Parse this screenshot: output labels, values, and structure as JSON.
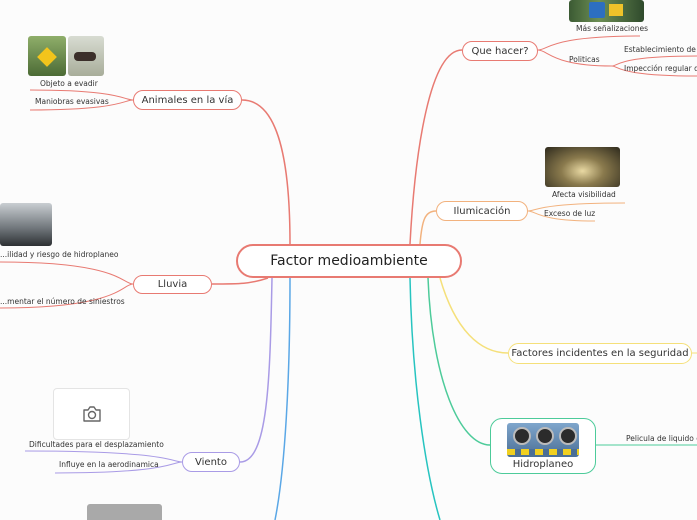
{
  "central": "Factor medioambiente",
  "branches": {
    "animales": {
      "title": "Animales en la vía",
      "children": [
        "Objeto a evadir",
        "Maniobras evasivas"
      ]
    },
    "lluvia": {
      "title": "Lluvia",
      "children": [
        "...ilidad y riesgo de hidroplaneo",
        "...mentar el número de siniestros"
      ]
    },
    "viento": {
      "title": "Viento",
      "children": [
        "Dificultades para el desplazamiento",
        "Influye en la aerodinamica"
      ]
    },
    "que_hacer": {
      "title": "Que hacer?",
      "children": [
        "Más señalizaciones",
        "Politicas"
      ],
      "politicas": [
        "Establecimiento de ve...",
        "Impección regular de..."
      ]
    },
    "iluminacion": {
      "title": "Ilumicación",
      "children": [
        "Afecta visibilidad",
        "Exceso de luz"
      ]
    },
    "factores": {
      "title": "Factores incidentes en la seguridad"
    },
    "hidroplaneo": {
      "title": "Hidroplaneo",
      "children": [
        "Pelicula de liquido en..."
      ]
    }
  },
  "colors": {
    "red": "#e87a72",
    "orange": "#f2b27e",
    "yellow": "#f5e07a",
    "green": "#4dcb9a",
    "teal": "#27c4c0",
    "purple": "#a99be6",
    "blue": "#5aa7e6"
  },
  "icons": {
    "viento_image": "camera-icon"
  }
}
